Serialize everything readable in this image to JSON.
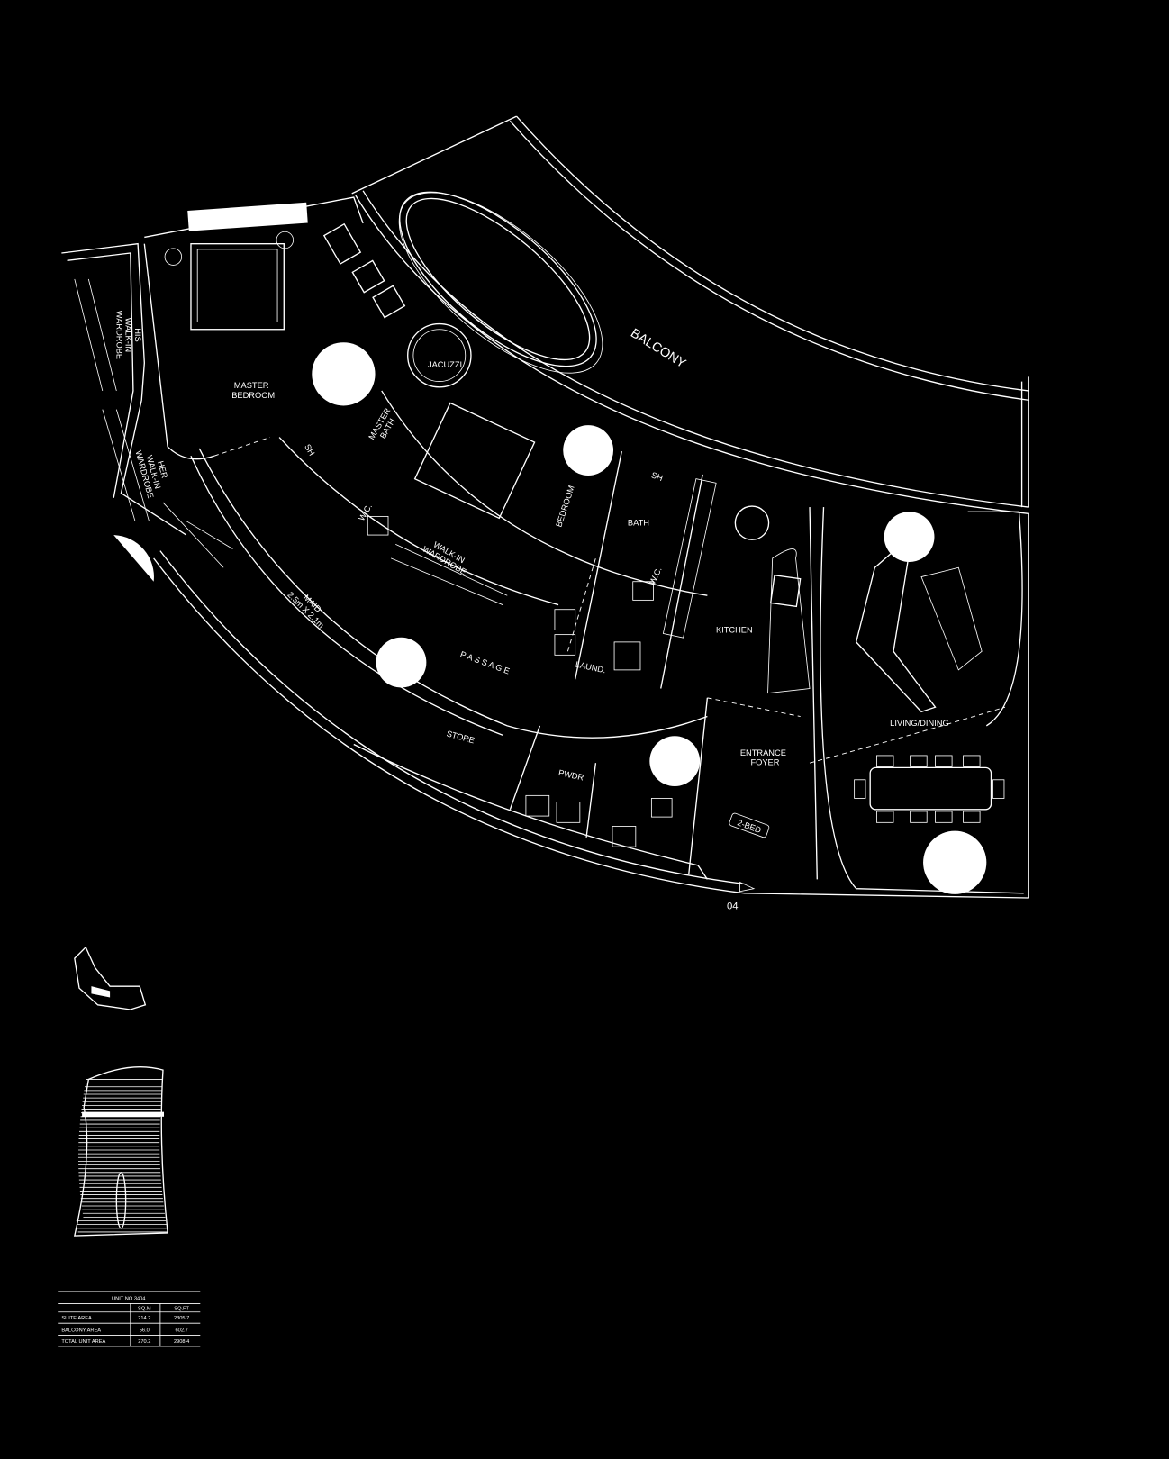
{
  "plan": {
    "rooms": {
      "balcony": "BALCONY",
      "master_bedroom_1": "MASTER",
      "master_bedroom_2": "BEDROOM",
      "his_1": "HIS",
      "his_2": "WALK-IN",
      "his_3": "WARDROBE",
      "her_1": "HER",
      "her_2": "WALK-IN",
      "her_3": "WARDROBE",
      "jacuzzi": "JACUZZI",
      "master_bath_1": "MASTER",
      "master_bath_2": "BATH",
      "sh_master": "SH",
      "wc_master": "W.C.",
      "walkin_1": "WALK-IN",
      "walkin_2": "WARDROBE",
      "bedroom": "BEDROOM",
      "sh_bed": "SH",
      "bath": "BATH",
      "wc_bed": "W.C.",
      "kitchen": "KITCHEN",
      "laund": "LAUND.",
      "maid_1": "MAID",
      "maid_2": "2.5m X 2.1m",
      "passage": "P A S S A G E",
      "store": "STORE",
      "pwdr": "PWDR",
      "foyer_1": "ENTRANCE",
      "foyer_2": "FOYER",
      "two_bed": "2-BED",
      "living": "LIVING/DINING",
      "unit_marker": "04"
    }
  },
  "area_table": {
    "title": "UNIT NO 3404",
    "columns": [
      "",
      "SQ.M",
      "SQ.FT"
    ],
    "rows": [
      {
        "label": "SUITE AREA",
        "sqm": "214.2",
        "sqft": "2305.7"
      },
      {
        "label": "BALCONY AREA",
        "sqm": "56.0",
        "sqft": "602.7"
      },
      {
        "label": "TOTAL UNIT AREA",
        "sqm": "270.2",
        "sqft": "2908.4"
      }
    ]
  },
  "colors": {
    "background": "#000000",
    "lines": "#ffffff"
  }
}
